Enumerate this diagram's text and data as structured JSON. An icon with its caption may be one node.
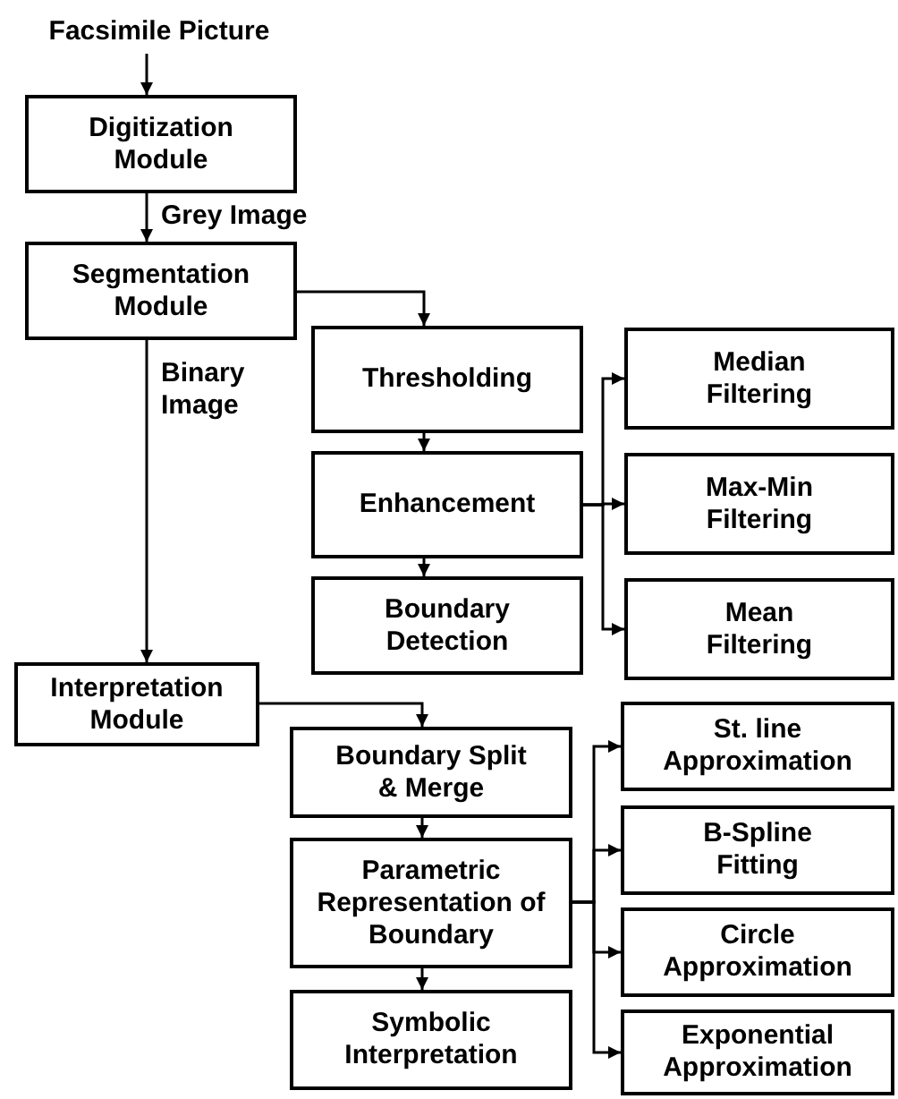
{
  "diagram": {
    "nodes": [
      {
        "text": [
          "Facsimile Picture"
        ]
      },
      {
        "text": [
          "Digitization Module"
        ]
      },
      {
        "text": [
          "Segmentation Module"
        ]
      },
      {
        "text": [
          "Thresholding"
        ]
      },
      {
        "text": [
          "Enhancement"
        ]
      },
      {
        "text": [
          "Boundary Detection"
        ]
      },
      {
        "text": [
          "Median Filtering"
        ]
      },
      {
        "text": [
          "Max-Min Filtering"
        ]
      },
      {
        "text": [
          "Mean Filtering"
        ]
      },
      {
        "text": [
          "Interpretation Module"
        ]
      },
      {
        "text": [
          "Boundary Split & Merge"
        ]
      },
      {
        "text": [
          "Parametric Representation of Boundary"
        ]
      },
      {
        "text": [
          "Symbolic Interpretation"
        ]
      },
      {
        "text": [
          "St. line Approximation"
        ]
      },
      {
        "text": [
          "B-Spline Fitting"
        ]
      },
      {
        "text": [
          "Circle Approximation"
        ]
      },
      {
        "text": [
          "Exponential Approximation"
        ]
      }
    ],
    "edges": [
      {
        "from": 0,
        "to": 1,
        "arrow": "to"
      },
      {
        "from": 1,
        "to": 2,
        "arrow": "to",
        "label": "Grey Image"
      },
      {
        "from": 2,
        "to": 3,
        "arrow": "to"
      },
      {
        "from": 3,
        "to": 4,
        "arrow": "to"
      },
      {
        "from": 4,
        "to": 5,
        "arrow": "to"
      },
      {
        "from": 4,
        "to": 6,
        "arrow": "to"
      },
      {
        "from": 4,
        "to": 7,
        "arrow": "to"
      },
      {
        "from": 4,
        "to": 8,
        "arrow": "to"
      },
      {
        "from": 2,
        "to": 9,
        "arrow": "to",
        "label": "Binary Image"
      },
      {
        "from": 9,
        "to": 10,
        "arrow": "to"
      },
      {
        "from": 10,
        "to": 11,
        "arrow": "to"
      },
      {
        "from": 11,
        "to": 12,
        "arrow": "to"
      },
      {
        "from": 11,
        "to": 13,
        "arrow": "to"
      },
      {
        "from": 11,
        "to": 14,
        "arrow": "to"
      },
      {
        "from": 11,
        "to": 15,
        "arrow": "to"
      },
      {
        "from": 11,
        "to": 16,
        "arrow": "to"
      }
    ]
  }
}
